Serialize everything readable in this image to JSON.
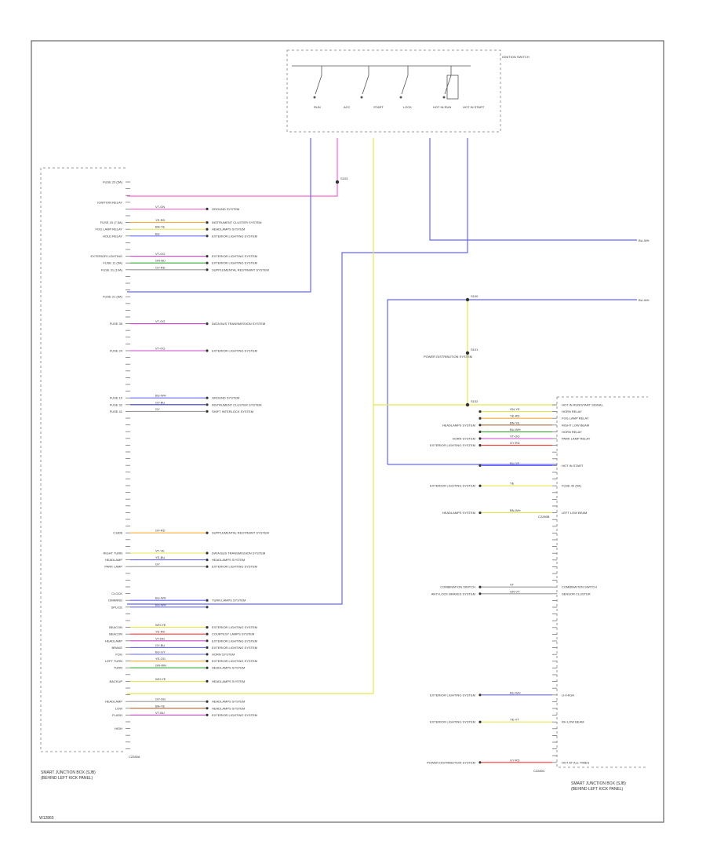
{
  "colors": {
    "frame": "#666666",
    "pink": "#ff66cc",
    "violet": "#cc44cc",
    "blue": "#6666ff",
    "yellow": "#e6e650",
    "orange": "#ffaa33",
    "green": "#33aa33",
    "red": "#ff3333",
    "dark_blue": "#3333cc",
    "brown": "#aa6633",
    "grey": "#999999"
  },
  "left_module": {
    "name": "SMART JUNCTION BOX (SJB)",
    "sub": "(BEHIND LEFT KICK PANEL)",
    "ref": "C2280A",
    "labels": [
      "FUSE 20 (5A)",
      "IGNITION RELAY",
      "FUSE 15 (7.5A)",
      "FOG LAMP RELAY",
      "HOLD RELAY",
      "EXTERIOR LIGHTING",
      "FUSE 11 (5A)",
      "FUSE 31 (10A)",
      "FUSE 21 (5A)",
      "FUSE 35",
      "FUSE 24",
      "FUSE 10",
      "FUSE 32",
      "FUSE 41",
      "C1806",
      "RIGHT TURN",
      "HEADLAMP",
      "PARK LAMP",
      "CLOCK",
      "DIMMING",
      "SPLICE",
      "BEACON",
      "BEACON",
      "HEADLAMP",
      "BRAKE",
      "FOG",
      "LEFT TURN",
      "TURN",
      "BACKUP",
      "HEADLAMP",
      "LOW",
      "FLASH",
      "HIGH"
    ],
    "wire_codes": [
      "GY-RD",
      "VT-GN",
      "YE-RD",
      "BN-YE",
      "BU",
      "VT-OG",
      "GN-BU",
      "GY-RD",
      "BU-WH",
      "VT-OG",
      "VT-OG",
      "BU-WH",
      "GY-BU",
      "GY",
      "GY-RD",
      "VT-YE",
      "YE-BU",
      "GY",
      "GY-RD",
      "BU-WH",
      "BU-WH",
      "WH-YE",
      "YE-RD",
      "VT-RD",
      "GY-BU",
      "BU-GY",
      "YE-OG",
      "GN-WH",
      "WH-YE",
      "GY-OG",
      "BN-YE",
      "VT-BU",
      "GN-BU"
    ],
    "systems": [
      "GROUND SYSTEM",
      "INSTRUMENT CLUSTER SYSTEM",
      "HEADLAMPS SYSTEM",
      "EXTERIOR LIGHTING SYSTEM",
      "EXTERIOR LIGHTING SYSTEM",
      "EXTERIOR LIGHTING SYSTEM",
      "SUPPLEMENTAL RESTRAINT SYSTEM",
      "DATA BUS TRANSMISSION SYSTEM",
      "EXTERIOR LIGHTING SYSTEM",
      "GROUND SYSTEM",
      "INSTRUMENT CLUSTER SYSTEM",
      "SHIFT INTERLOCK SYSTEM",
      "SUPPLEMENTAL RESTRAINT SYSTEM",
      "DATA BUS TRANSMISSION SYSTEM",
      "HEADLAMPS SYSTEM",
      "EXTERIOR LIGHTING SYSTEM",
      "TURN LAMPS SYSTEM",
      "EXTERIOR LIGHTING SYSTEM",
      "COURTESY LAMPS SYSTEM",
      "EXTERIOR LIGHTING SYSTEM",
      "EXTERIOR LIGHTING SYSTEM",
      "HORN SYSTEM",
      "EXTERIOR LIGHTING SYSTEM",
      "HEADLAMPS SYSTEM",
      "HEADLAMPS SYSTEM",
      "HEADLAMPS SYSTEM",
      "HEADLAMPS SYSTEM",
      "EXTERIOR LIGHTING SYSTEM"
    ]
  },
  "right_module": {
    "name": "SMART JUNCTION BOX (SJB)",
    "sub": "(BEHIND LEFT KICK PANEL)",
    "ref": "C2280C",
    "labels": [
      "HOT IN RUN/START SIGNAL",
      "HORN RELAY",
      "FOG LAMP RELAY",
      "RIGHT LOW BEAM",
      "HORN RELAY",
      "PARK LAMP RELAY",
      "HOT IN START",
      "FUSE 42 (5A)",
      "LEFT LOW BEAM",
      "COMBINATION SWITCH",
      "SENSOR CLUSTER",
      "LH HIGH",
      "RH LOW BEAM",
      "HOT AT ALL TIMES"
    ],
    "ref2": "C2280B",
    "wire_codes": [
      "GN-YE",
      "YE-RD",
      "BN-YE",
      "BU-WH",
      "VT-OG",
      "GY-RD",
      "BU-YE",
      "YE",
      "BN-WH",
      "VT",
      "GN-VT",
      "BU-WH",
      "YE-VT",
      "GY-RD"
    ],
    "systems": [
      "HEADLAMPS SYSTEM",
      "HORN SYSTEM",
      "EXTERIOR LIGHTING SYSTEM",
      "EXTERIOR LIGHTING SYSTEM",
      "HEADLAMPS SYSTEM",
      "COMBINATION SWITCH",
      "ANTI-LOCK BRAKES SYSTEM",
      "EXTERIOR LIGHTING SYSTEM",
      "EXTERIOR LIGHTING SYSTEM",
      "POWER DISTRIBUTION SYSTEM",
      "POWER DISTRIBUTION SYSTEM",
      "EXTERIOR LIGHTING SYSTEM"
    ]
  },
  "switch": {
    "name": "IGNITION SWITCH",
    "labels": [
      "RUN",
      "ACC",
      "START",
      "LOCK",
      "HOT IN RUN",
      "HOT IN START"
    ]
  },
  "splices": [
    "S100",
    "S101",
    "S102",
    "S103"
  ],
  "right_edge": [
    "BU-WH",
    "BU-WH"
  ],
  "diagram_id": "W12865"
}
